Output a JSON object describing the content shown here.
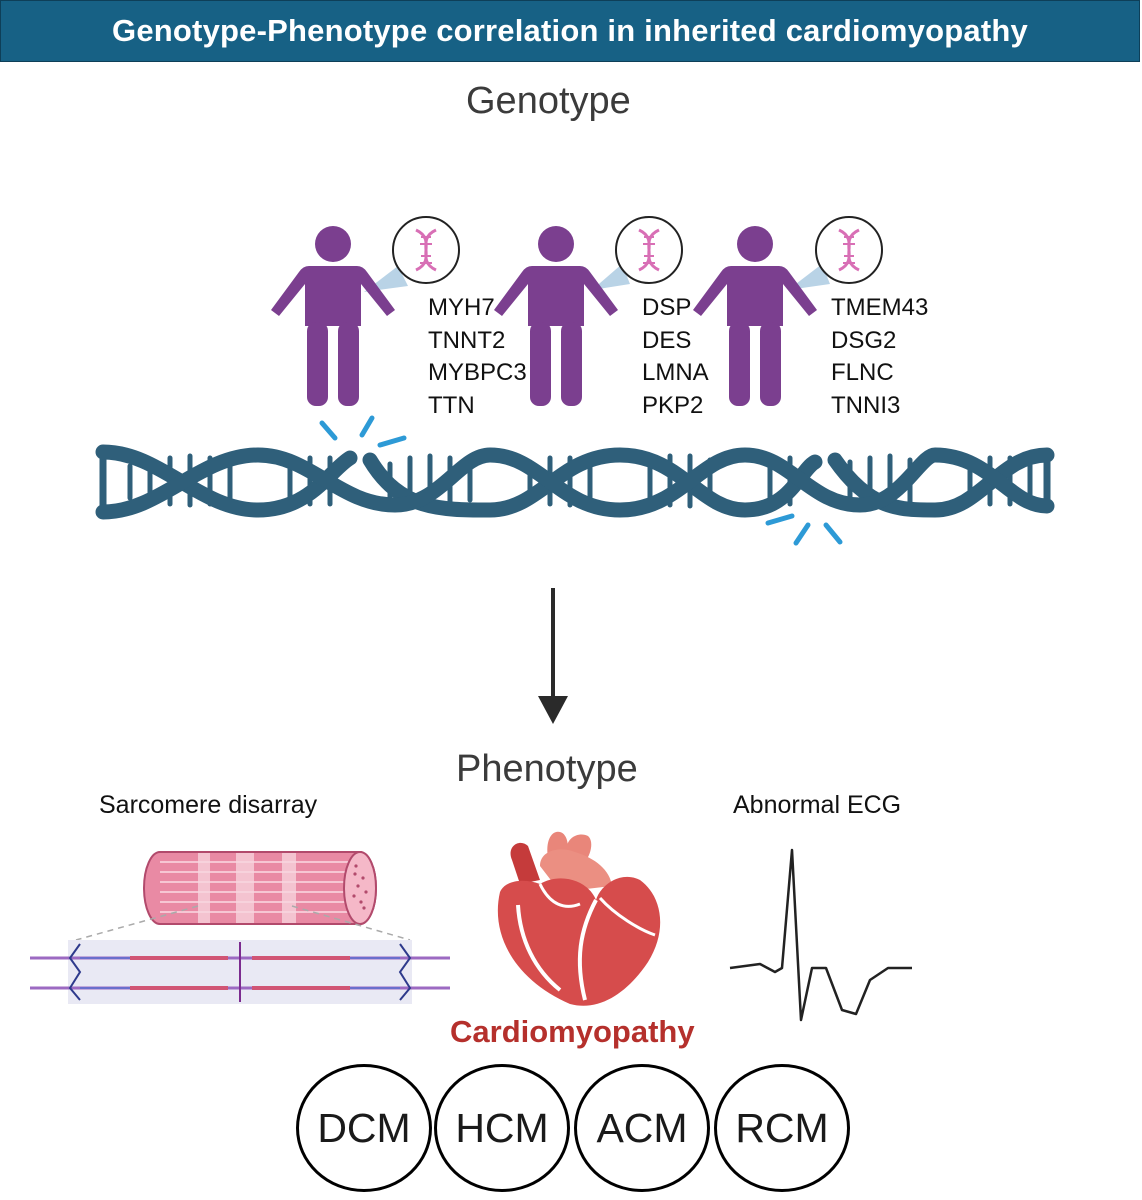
{
  "title": "Genotype-Phenotype correlation in inherited cardiomyopathy",
  "genotype_heading": "Genotype",
  "phenotype_heading": "Phenotype",
  "gene_groups": [
    [
      "MYH7",
      "TNNT2",
      "MYBPC3",
      "TTN"
    ],
    [
      "DSP",
      "DES",
      "LMNA",
      "PKP2"
    ],
    [
      "TMEM43",
      "DSG2",
      "FLNC",
      "TNNI3"
    ]
  ],
  "sarcomere_label": "Sarcomere disarray",
  "ecg_label": "Abnormal ECG",
  "cardiomyopathy_label": "Cardiomyopathy",
  "types": [
    "DCM",
    "HCM",
    "ACM",
    "RCM"
  ],
  "colors": {
    "banner": "#176185",
    "person": "#7b3f8f",
    "dna": "#2f5f7a",
    "break_marks": "#2d9ad6",
    "heart": "#d64c4c",
    "cardiomyopathy_text": "#b5302c"
  }
}
